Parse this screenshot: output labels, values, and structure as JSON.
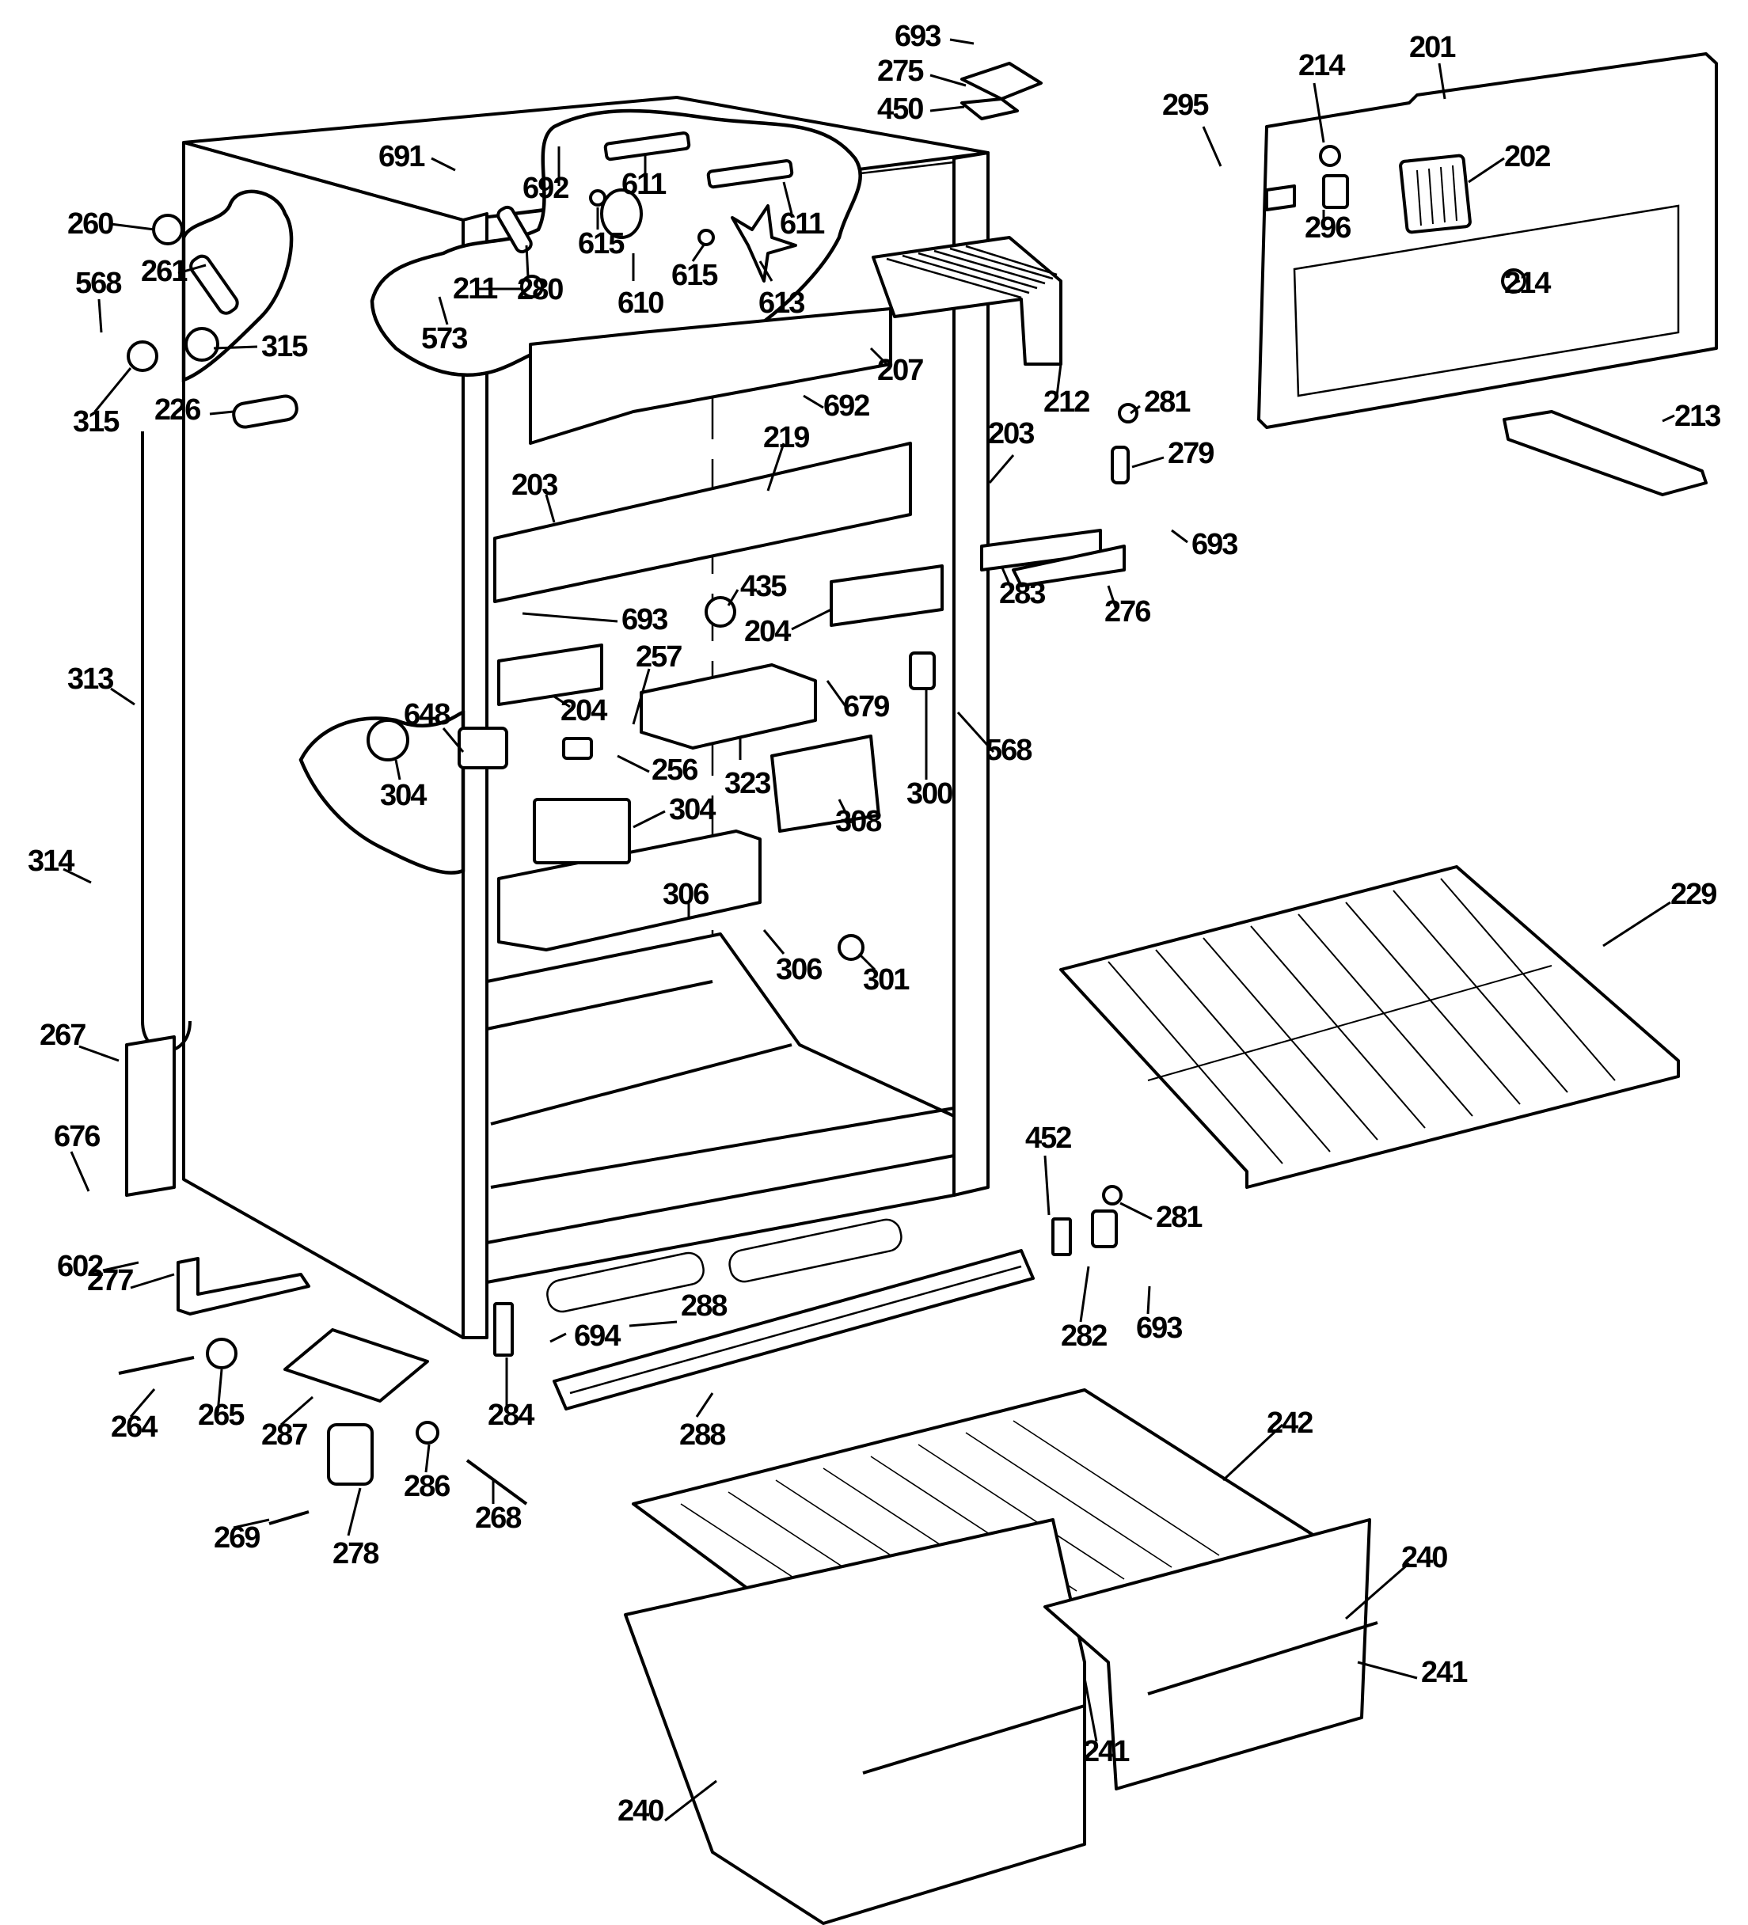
{
  "diagram": {
    "title": "Refrigerator cabinet exploded parts diagram",
    "background": "#ffffff",
    "ink": "#000000"
  },
  "callouts": [
    {
      "id": "c693a",
      "text": "693"
    },
    {
      "id": "c275",
      "text": "275"
    },
    {
      "id": "c450",
      "text": "450"
    },
    {
      "id": "c201",
      "text": "201"
    },
    {
      "id": "c214a",
      "text": "214"
    },
    {
      "id": "c295",
      "text": "295"
    },
    {
      "id": "c202",
      "text": "202"
    },
    {
      "id": "c296",
      "text": "296"
    },
    {
      "id": "c214b",
      "text": "214"
    },
    {
      "id": "c213",
      "text": "213"
    },
    {
      "id": "c691",
      "text": "691"
    },
    {
      "id": "c692a",
      "text": "692"
    },
    {
      "id": "c611a",
      "text": "611"
    },
    {
      "id": "c611b",
      "text": "611"
    },
    {
      "id": "c615a",
      "text": "615"
    },
    {
      "id": "c615b",
      "text": "615"
    },
    {
      "id": "c610",
      "text": "610"
    },
    {
      "id": "c613",
      "text": "613"
    },
    {
      "id": "c260",
      "text": "260"
    },
    {
      "id": "c261",
      "text": "261"
    },
    {
      "id": "c568a",
      "text": "568"
    },
    {
      "id": "c315a",
      "text": "315"
    },
    {
      "id": "c315b",
      "text": "315"
    },
    {
      "id": "c226",
      "text": "226"
    },
    {
      "id": "c211",
      "text": "211"
    },
    {
      "id": "c280",
      "text": "280"
    },
    {
      "id": "c573",
      "text": "573"
    },
    {
      "id": "c207",
      "text": "207"
    },
    {
      "id": "c692b",
      "text": "692"
    },
    {
      "id": "c212",
      "text": "212"
    },
    {
      "id": "c281a",
      "text": "281"
    },
    {
      "id": "c279",
      "text": "279"
    },
    {
      "id": "c219",
      "text": "219"
    },
    {
      "id": "c203a",
      "text": "203"
    },
    {
      "id": "c203b",
      "text": "203"
    },
    {
      "id": "c283",
      "text": "283"
    },
    {
      "id": "c276",
      "text": "276"
    },
    {
      "id": "c693b",
      "text": "693"
    },
    {
      "id": "c435",
      "text": "435"
    },
    {
      "id": "c693c",
      "text": "693"
    },
    {
      "id": "c204a",
      "text": "204"
    },
    {
      "id": "c204b",
      "text": "204"
    },
    {
      "id": "c257",
      "text": "257"
    },
    {
      "id": "c679",
      "text": "679"
    },
    {
      "id": "c568b",
      "text": "568"
    },
    {
      "id": "c300",
      "text": "300"
    },
    {
      "id": "c313",
      "text": "313"
    },
    {
      "id": "c648",
      "text": "648"
    },
    {
      "id": "c304a",
      "text": "304"
    },
    {
      "id": "c256",
      "text": "256"
    },
    {
      "id": "c323",
      "text": "323"
    },
    {
      "id": "c304b",
      "text": "304"
    },
    {
      "id": "c308",
      "text": "308"
    },
    {
      "id": "c314",
      "text": "314"
    },
    {
      "id": "c306a",
      "text": "306"
    },
    {
      "id": "c306b",
      "text": "306"
    },
    {
      "id": "c301",
      "text": "301"
    },
    {
      "id": "c229",
      "text": "229"
    },
    {
      "id": "c267",
      "text": "267"
    },
    {
      "id": "c676",
      "text": "676"
    },
    {
      "id": "c452",
      "text": "452"
    },
    {
      "id": "c281b",
      "text": "281"
    },
    {
      "id": "c602",
      "text": "602"
    },
    {
      "id": "c277",
      "text": "277"
    },
    {
      "id": "c282",
      "text": "282"
    },
    {
      "id": "c693d",
      "text": "693"
    },
    {
      "id": "c694",
      "text": "694"
    },
    {
      "id": "c288a",
      "text": "288"
    },
    {
      "id": "c288b",
      "text": "288"
    },
    {
      "id": "c264",
      "text": "264"
    },
    {
      "id": "c265",
      "text": "265"
    },
    {
      "id": "c287",
      "text": "287"
    },
    {
      "id": "c284",
      "text": "284"
    },
    {
      "id": "c286",
      "text": "286"
    },
    {
      "id": "c268",
      "text": "268"
    },
    {
      "id": "c269",
      "text": "269"
    },
    {
      "id": "c278",
      "text": "278"
    },
    {
      "id": "c242",
      "text": "242"
    },
    {
      "id": "c240a",
      "text": "240"
    },
    {
      "id": "c241a",
      "text": "241"
    },
    {
      "id": "c241b",
      "text": "241"
    },
    {
      "id": "c240b",
      "text": "240"
    }
  ]
}
